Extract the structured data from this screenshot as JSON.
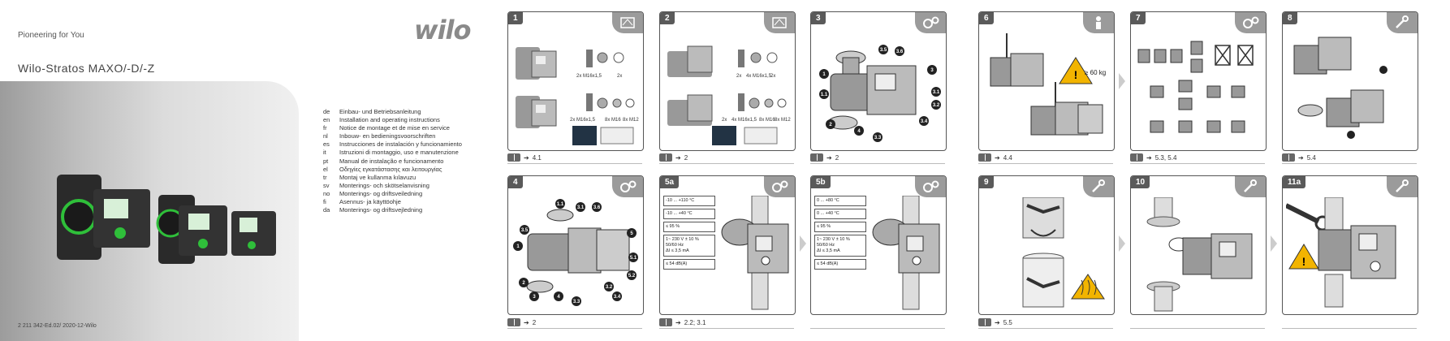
{
  "cover": {
    "tagline": "Pioneering for You",
    "title": "Wilo-Stratos MAXO/-D/-Z",
    "footer_code": "2 211 342-Ed.02/ 2020-12-Wilo"
  },
  "logo": "wilo",
  "languages": [
    {
      "code": "de",
      "label": "Einbau- und Betriebsanleitung"
    },
    {
      "code": "en",
      "label": "Installation and operating instructions"
    },
    {
      "code": "fr",
      "label": "Notice de montage et de mise en service"
    },
    {
      "code": "nl",
      "label": "Inbouw- en bedieningsvoorschriften"
    },
    {
      "code": "es",
      "label": "Instrucciones de instalación y funcionamiento"
    },
    {
      "code": "it",
      "label": "Istruzioni di montaggio, uso e manutenzione"
    },
    {
      "code": "pt",
      "label": "Manual de instalação e funcionamento"
    },
    {
      "code": "el",
      "label": "Οδηγίες εγκατάστασης και λειτουργίας"
    },
    {
      "code": "tr",
      "label": "Montaj ve kullanma kılavuzu"
    },
    {
      "code": "sv",
      "label": "Monterings- och skötselanvisning"
    },
    {
      "code": "no",
      "label": "Monterings- og driftsveiledning"
    },
    {
      "code": "fi",
      "label": "Asennus- ja käyttöohje"
    },
    {
      "code": "da",
      "label": "Monterings- og driftsvejledning"
    }
  ],
  "panels": {
    "p1": {
      "num": "1",
      "ref": "4.1",
      "labels": [
        "2x M16x1,5",
        "2x",
        "2x M16x1,5",
        "8x M16",
        "8x M12"
      ]
    },
    "p2": {
      "num": "2",
      "ref": "2",
      "labels": [
        "2x",
        "4x M16x1,5",
        "2x",
        "2x",
        "4x M16x1,5",
        "8x M16",
        "8x M12"
      ]
    },
    "p3": {
      "num": "3",
      "ref": "2",
      "callouts": [
        "1",
        "1.1",
        "2",
        "3",
        "3.1",
        "3.2",
        "3.3",
        "3.4",
        "3.5",
        "3.6",
        "4"
      ]
    },
    "p4": {
      "num": "4",
      "ref": "2",
      "callouts": [
        "1",
        "1.1",
        "2",
        "3",
        "3.1",
        "3.2",
        "3.3",
        "3.4",
        "3.5",
        "3.6",
        "4",
        "5",
        "5.1",
        "5.2"
      ]
    },
    "p5a": {
      "num": "5a",
      "ref": "2.2; 3.1",
      "specs": [
        "-10 ... +110 °C",
        "-10 ... +40 °C",
        "≤ 95 %",
        "1~ 230 V ± 10 %",
        "50/60 Hz",
        "ΔI ≤ 3,5 mA",
        "≤ 54 dB(A)"
      ]
    },
    "p5b": {
      "num": "5b",
      "specs": [
        "0 ... +80 °C",
        "0 ... +40 °C",
        "≤ 95 %",
        "1~ 230 V ± 10 %",
        "50/60 Hz",
        "ΔI ≤ 3,5 mA",
        "≤ 54 dB(A)"
      ]
    },
    "p6": {
      "num": "6",
      "ref": "4.4",
      "weight": "≥ 60 kg"
    },
    "p7": {
      "num": "7",
      "ref": "5.3, 5.4"
    },
    "p8": {
      "num": "8",
      "ref": "5.4"
    },
    "p9": {
      "num": "9",
      "ref": "5.5"
    },
    "p10": {
      "num": "10"
    },
    "p11a": {
      "num": "11a"
    }
  }
}
